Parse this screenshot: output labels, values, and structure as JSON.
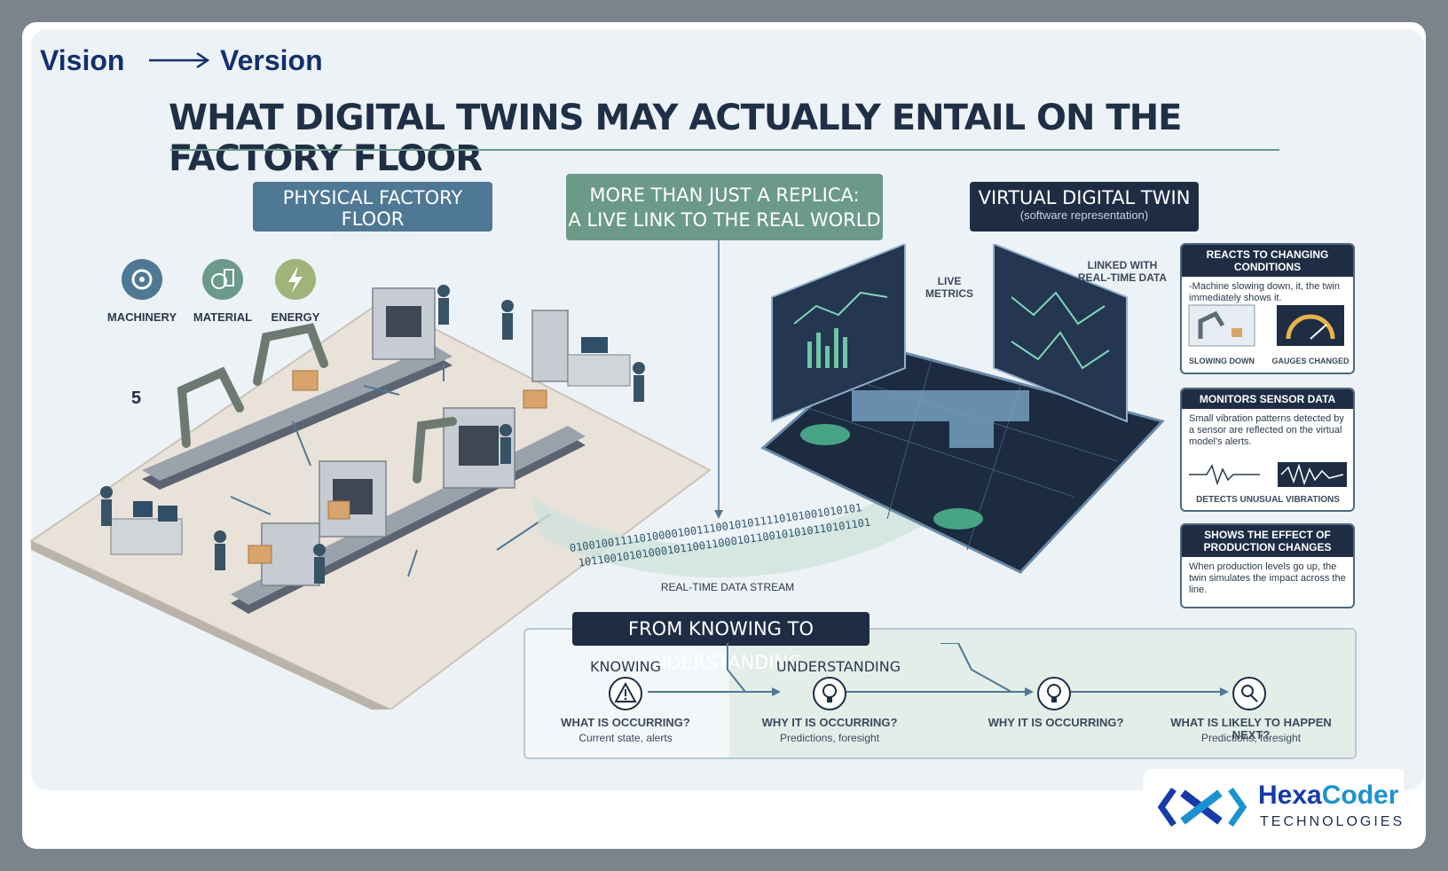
{
  "header": {
    "brand_left": "Vision",
    "brand_right": "Version",
    "title": "WHAT DIGITAL TWINS MAY ACTUALLY ENTAIL ON THE FACTORY FLOOR"
  },
  "physical": {
    "title": "PHYSICAL FACTORY FLOOR",
    "subtitle": "(tangible asset)",
    "icons": [
      {
        "name": "machinery-icon",
        "label": "MACHINERY"
      },
      {
        "name": "material-icon",
        "label": "MATERIAL"
      },
      {
        "name": "energy-icon",
        "label": "ENERGY"
      }
    ],
    "marker": "5"
  },
  "middle": {
    "line1": "MORE THAN JUST A REPLICA:",
    "line2": "A LIVE LINK TO THE REAL WORLD",
    "stream_label": "REAL-TIME DATA STREAM",
    "stream_text": "0100100111101000010011100101011110101001010101",
    "stream_text2": "1011001010100010110011000101100101010110101101"
  },
  "virtual": {
    "title": "VIRTUAL DIGITAL TWIN",
    "subtitle": "(software representation)",
    "live_metrics": "LIVE\nMETRICS",
    "linked": "LINKED WITH\nREAL-TIME DATA"
  },
  "side_panels": [
    {
      "header": "REACTS TO CHANGING CONDITIONS",
      "body": "-Machine slowing down, it, the twin immediately shows it.",
      "captions": [
        "SLOWING DOWN",
        "GAUGES CHANGED"
      ]
    },
    {
      "header": "MONITORS SENSOR DATA",
      "body": "Small vibration patterns detected by a sensor are reflected on the virtual model's alerts.",
      "captions": [
        "DETECTS UNUSUAL VIBRATIONS"
      ]
    },
    {
      "header": "SHOWS THE EFFECT OF PRODUCTION CHANGES",
      "body": "When production levels go up, the twin simulates the impact across the line.",
      "captions": []
    }
  ],
  "knowing": {
    "header": "FROM KNOWING TO UNDERSTANDING",
    "col1_top": "KNOWING",
    "col2_top": "UNDERSTANDING",
    "items": [
      {
        "icon": "warning-icon",
        "title": "WHAT IS OCCURRING?",
        "sub": "Current state, alerts"
      },
      {
        "icon": "bulb-icon",
        "title": "WHY IT IS OCCURRING?",
        "sub": "Predictions, foresight"
      },
      {
        "icon": "bulb-icon",
        "title": "WHY IT IS OCCURRING?",
        "sub": ""
      },
      {
        "icon": "forecast-icon",
        "title": "WHAT IS LIKELY TO HAPPEN NEXT?",
        "sub": "Predictions, foresight"
      }
    ]
  },
  "logo": {
    "name1": "Hexa",
    "name2": "Coder",
    "tagline": "TECHNOLOGIES"
  },
  "colors": {
    "navy": "#1e2d44",
    "teal": "#6c9a88",
    "steel": "#4f7895",
    "brand": "#12306e"
  }
}
